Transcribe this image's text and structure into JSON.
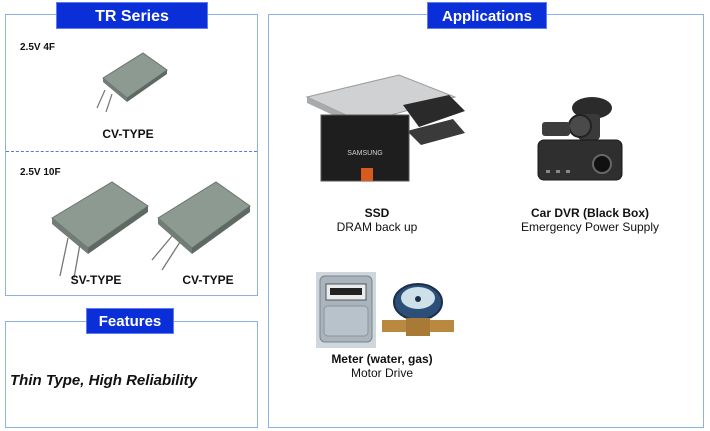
{
  "tr_series": {
    "title": "TR Series",
    "section1": {
      "spec": "2.5V 4F",
      "type_label": "CV-TYPE"
    },
    "section2": {
      "spec": "2.5V 10F",
      "type_label_1": "SV-TYPE",
      "type_label_2": "CV-TYPE"
    }
  },
  "features": {
    "title": "Features",
    "text": "Thin Type, High Reliability"
  },
  "applications": {
    "title": "Applications",
    "items": [
      {
        "name": "SSD",
        "desc": "DRAM back up",
        "brand": "SAMSUNG"
      },
      {
        "name": "Car DVR (Black Box)",
        "desc": "Emergency Power Supply"
      },
      {
        "name": "Meter (water, gas)",
        "desc": "Motor Drive"
      }
    ]
  },
  "colors": {
    "banner_bg": "#0a2fd8",
    "panel_border": "#8fb0e6",
    "divider": "#4f7fd6"
  }
}
